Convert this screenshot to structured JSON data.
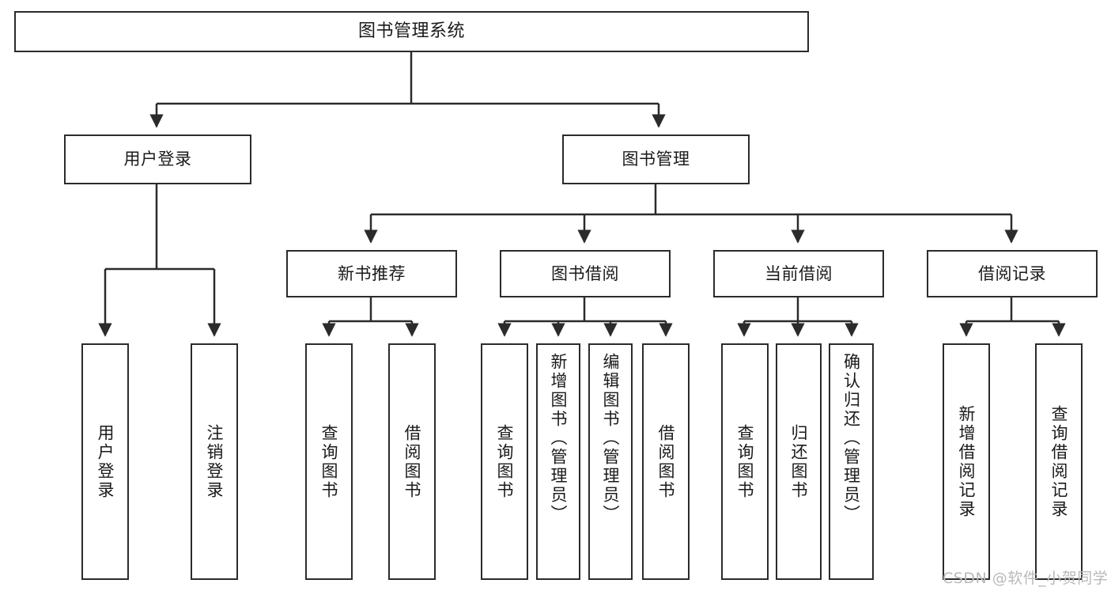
{
  "diagram": {
    "title": "图书管理系统",
    "type": "tree-hierarchy-chart",
    "colors": {
      "box_border": "#2b2b2b",
      "box_fill": "#ffffff",
      "edge": "#2b2b2b",
      "text": "#1a1a1a",
      "watermark": "#b9b9b9",
      "background": "#ffffff"
    },
    "nodes": {
      "root": {
        "label": "图书管理系统"
      },
      "level2": [
        {
          "id": "user-login",
          "label": "用户登录"
        },
        {
          "id": "book-manage",
          "label": "图书管理"
        }
      ],
      "level3": [
        {
          "id": "new-book-recommend",
          "label": "新书推荐"
        },
        {
          "id": "book-borrow",
          "label": "图书借阅"
        },
        {
          "id": "current-borrow",
          "label": "当前借阅"
        },
        {
          "id": "borrow-record",
          "label": "借阅记录"
        }
      ],
      "leaves": {
        "user-login": [
          {
            "id": "leaf-user-login",
            "label": "用户登录"
          },
          {
            "id": "leaf-logout-login",
            "label": "注销登录"
          }
        ],
        "new-book-recommend": [
          {
            "id": "leaf-query-book-1",
            "label": "查询图书"
          },
          {
            "id": "leaf-borrow-book-1",
            "label": "借阅图书"
          }
        ],
        "book-borrow": [
          {
            "id": "leaf-query-book-2",
            "label": "查询图书"
          },
          {
            "id": "leaf-add-book",
            "label": "新增图书（管理员）"
          },
          {
            "id": "leaf-edit-book",
            "label": "编辑图书（管理员）"
          },
          {
            "id": "leaf-borrow-book-2",
            "label": "借阅图书"
          }
        ],
        "current-borrow": [
          {
            "id": "leaf-query-book-3",
            "label": "查询图书"
          },
          {
            "id": "leaf-return-book",
            "label": "归还图书"
          },
          {
            "id": "leaf-confirm-return",
            "label": "确认归还（管理员）"
          }
        ],
        "borrow-record": [
          {
            "id": "leaf-add-record",
            "label": "新增借阅记录"
          },
          {
            "id": "leaf-query-record",
            "label": "查询借阅记录"
          }
        ]
      }
    },
    "watermark": "CSDN @软件_小贺同学"
  }
}
